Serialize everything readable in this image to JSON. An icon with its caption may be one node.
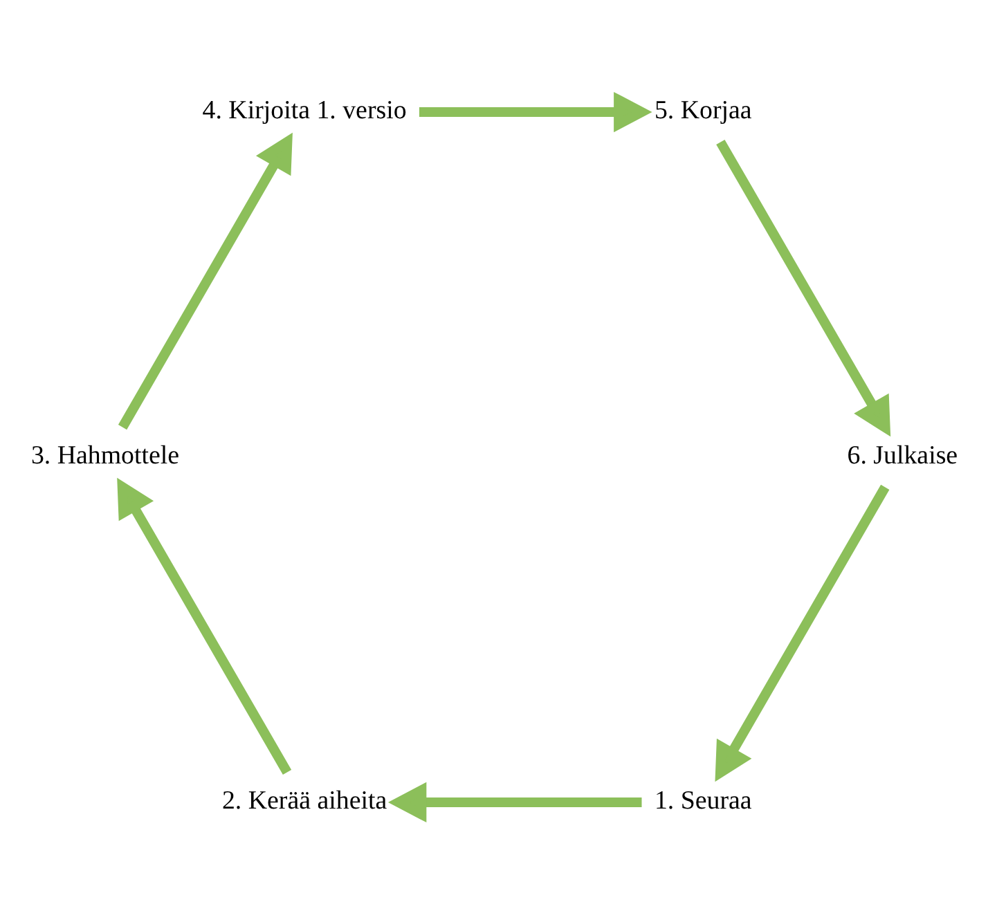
{
  "diagram": {
    "nodes": [
      {
        "text": [
          "1. Seuraa"
        ]
      },
      {
        "text": [
          "2. Kerää aiheita"
        ]
      },
      {
        "text": [
          "3. Hahmottele"
        ]
      },
      {
        "text": [
          "4. Kirjoita 1. versio"
        ]
      },
      {
        "text": [
          "5. Korjaa"
        ]
      },
      {
        "text": [
          "6. Julkaise"
        ]
      }
    ],
    "edges": [
      {
        "from": 5,
        "to": 0,
        "arrow": "to"
      },
      {
        "from": 0,
        "to": 1,
        "arrow": "to"
      },
      {
        "from": 1,
        "to": 2,
        "arrow": "to"
      },
      {
        "from": 2,
        "to": 3,
        "arrow": "to"
      },
      {
        "from": 3,
        "to": 4,
        "arrow": "to"
      },
      {
        "from": 4,
        "to": 5,
        "arrow": "to"
      }
    ]
  }
}
